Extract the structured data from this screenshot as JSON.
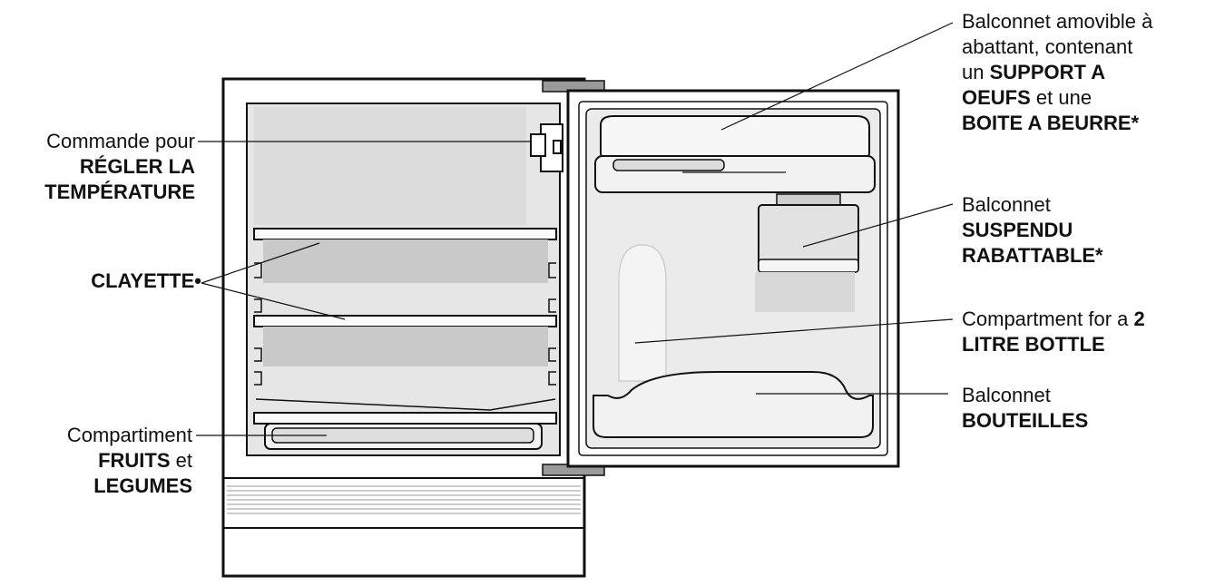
{
  "labels": {
    "commande": {
      "l1": "Commande pour",
      "l2": "RÉGLER LA",
      "l3": "TEMPÉRATURE"
    },
    "clayette": {
      "l1": "CLAYETTE•"
    },
    "fruits": {
      "l1": "Compartiment",
      "l2a": "FRUITS",
      "l2b": " et",
      "l3": "LEGUMES"
    },
    "balconnet_amovible": {
      "l1": "Balconnet amovible à",
      "l2": "abattant, contenant",
      "l3a": "un ",
      "l3b": "SUPPORT A",
      "l4a": "OEUFS",
      "l4b": " et une",
      "l5": "BOITE A BEURRE*"
    },
    "suspendu": {
      "l1": "Balconnet",
      "l2": "SUSPENDU",
      "l3": "RABATTABLE*"
    },
    "bottle": {
      "l1a": "Compartment for a ",
      "l1b": "2",
      "l2": "LITRE BOTTLE"
    },
    "bouteilles": {
      "l1": "Balconnet",
      "l2": "BOUTEILLES"
    }
  },
  "colors": {
    "outline": "#111111",
    "interior": "#e6e6e6",
    "shelf_shadow": "#c9c9c9",
    "door_liner": "#ebebeb",
    "hinge": "#9a9a9a"
  }
}
